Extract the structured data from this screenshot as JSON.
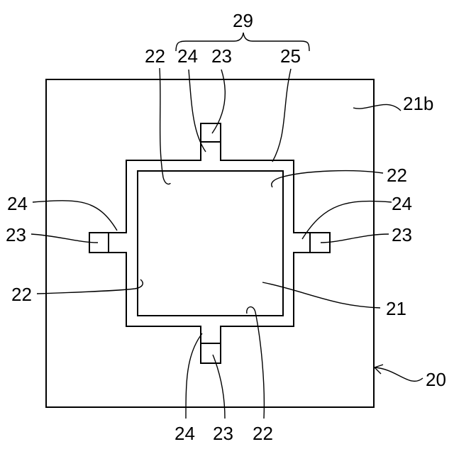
{
  "labels": {
    "l29": "29",
    "l22_top_left": "22",
    "l24_top": "24",
    "l23_top": "23",
    "l25": "25",
    "l21b": "21b",
    "l22_right_upper": "22",
    "l24_left": "24",
    "l24_right": "24",
    "l23_left": "23",
    "l23_right": "23",
    "l22_left": "22",
    "l21": "21",
    "l20": "20",
    "l24_bottom": "24",
    "l23_bottom": "23",
    "l22_bottom": "22"
  }
}
